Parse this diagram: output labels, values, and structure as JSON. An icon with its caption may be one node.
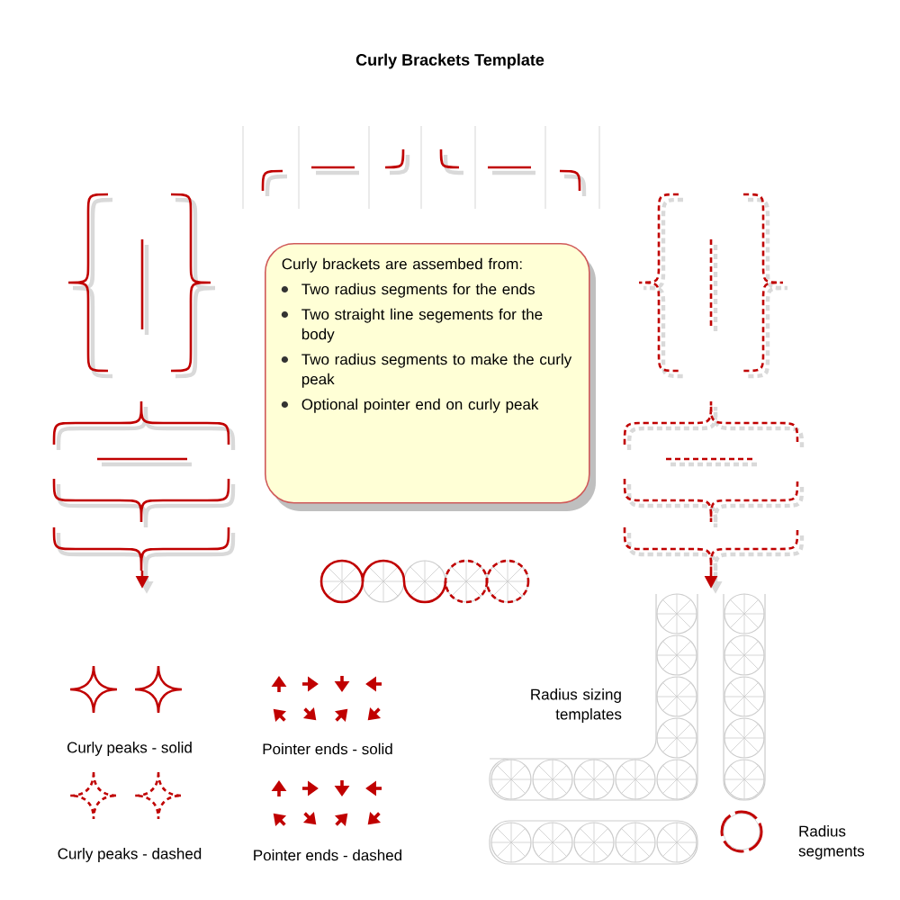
{
  "diagram": {
    "title": "Curly Brackets Template",
    "nodes": [
      {
        "text": [
          "Curly brackets are assembed from:",
          "Two radius segments for the ends",
          "Two straight line segements for the body",
          "Two radius segments to make the curly peak",
          "Optional pointer end on curly peak"
        ]
      }
    ],
    "labels": [
      "Curly peaks - solid",
      "Pointer ends - solid",
      "Radius sizing templates",
      "Curly peaks - dashed",
      "Pointer ends - dashed",
      "Radius segments"
    ]
  }
}
